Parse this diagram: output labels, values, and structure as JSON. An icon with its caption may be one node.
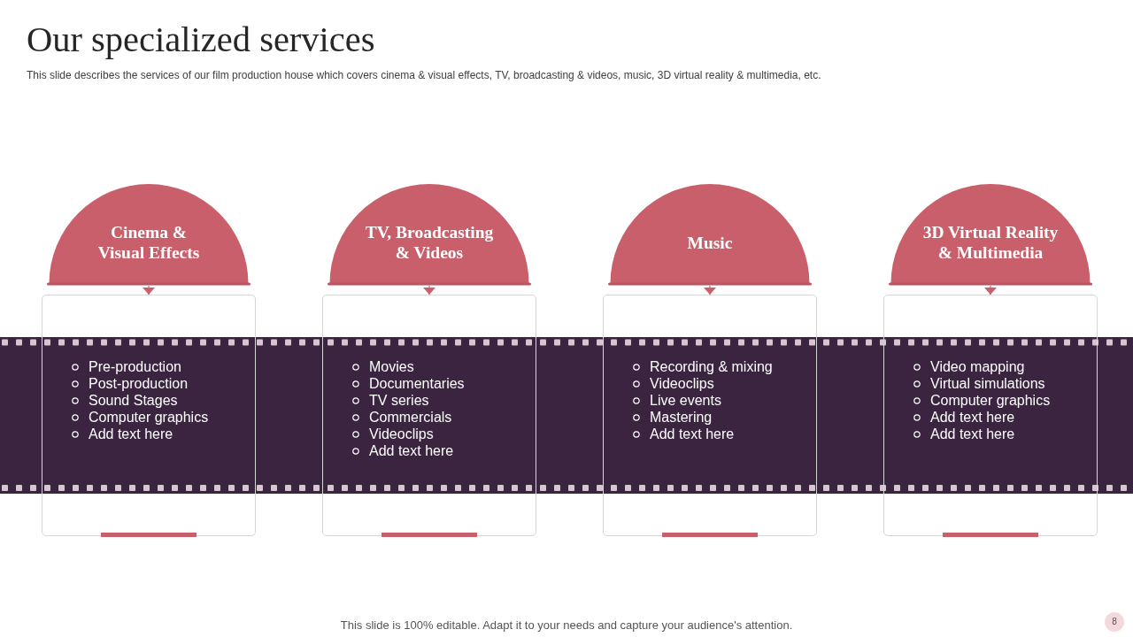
{
  "diagram": {
    "title": "Our specialized services",
    "nodes": [
      {
        "text": [
          "Cinema & Visual Effects"
        ]
      },
      {
        "text": [
          "Pre-production",
          "Post-production",
          "Sound Stages",
          "Computer graphics",
          "Add text here"
        ]
      },
      {
        "text": [
          "TV, Broadcasting & Videos"
        ]
      },
      {
        "text": [
          "Movies",
          "Documentaries",
          "TV series",
          "Commercials",
          "Videoclips",
          "Add text here"
        ]
      },
      {
        "text": [
          "Music"
        ]
      },
      {
        "text": [
          "Recording & mixing",
          "Videoclips",
          "Live events",
          "Mastering",
          "Add text here"
        ]
      },
      {
        "text": [
          "3D Virtual Reality & Multimedia"
        ]
      },
      {
        "text": [
          "Video mapping",
          "Virtual simulations",
          "Computer graphics",
          "Add text here",
          "Add text here"
        ]
      },
      {
        "text": [
          "8"
        ]
      }
    ],
    "edges": [
      {
        "from": 0,
        "to": 1,
        "arrow": "to"
      },
      {
        "from": 2,
        "to": 3,
        "arrow": "to"
      },
      {
        "from": 4,
        "to": 5,
        "arrow": "to"
      },
      {
        "from": 6,
        "to": 7,
        "arrow": "to"
      }
    ],
    "labels": [
      "This slide describes the services of our film production house which covers cinema & visual effects, TV, broadcasting & videos, music, 3D virtual reality & multimedia, etc.",
      "This slide is 100% editable. Adapt it to your needs and capture your audience's attention."
    ]
  }
}
